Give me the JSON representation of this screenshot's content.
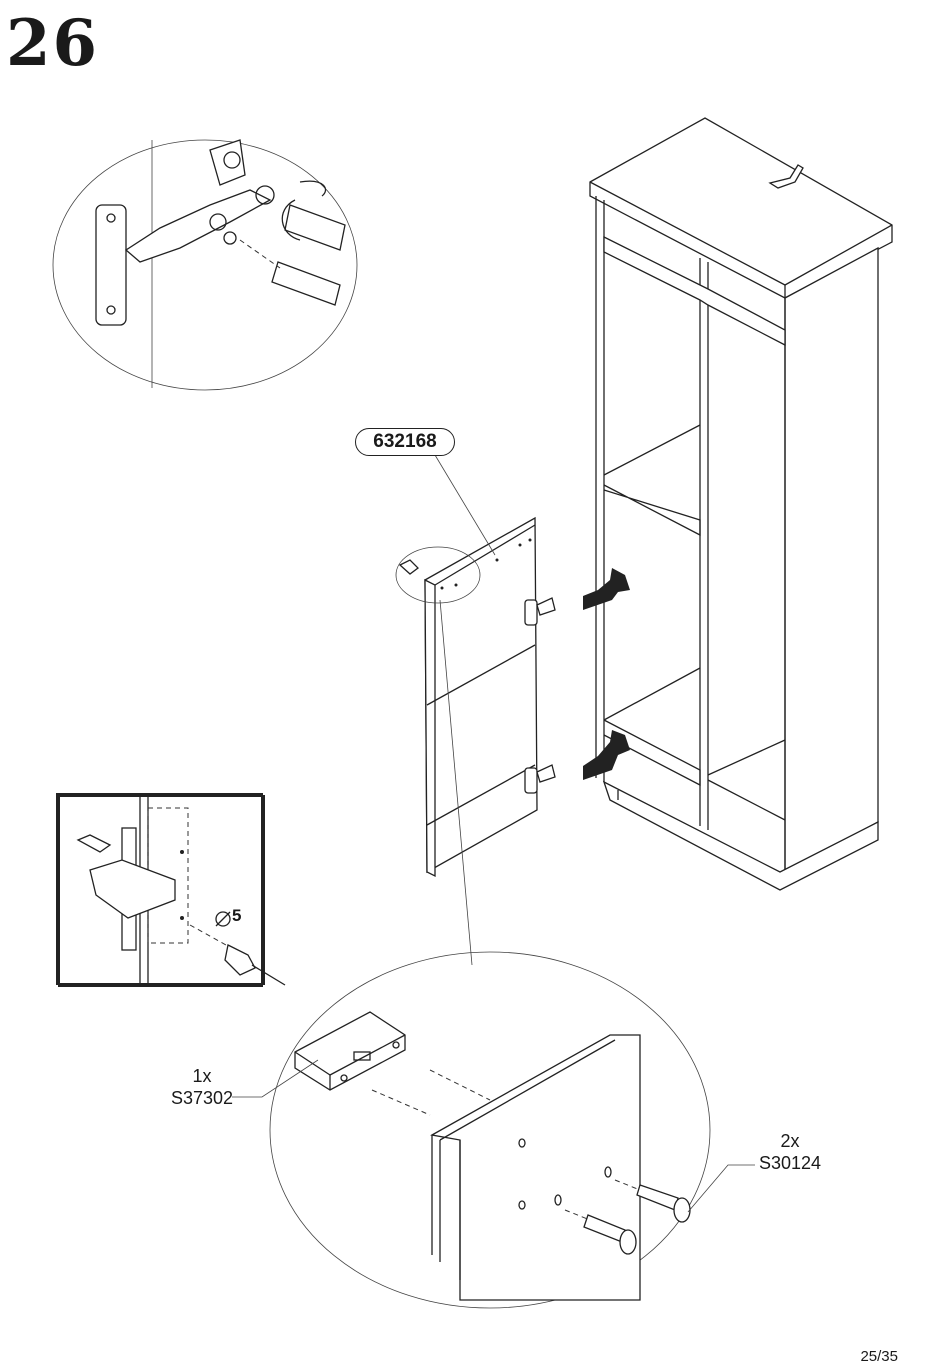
{
  "step": {
    "number": "26"
  },
  "part": {
    "code": "632168"
  },
  "hardware": [
    {
      "qty": "1x",
      "code": "S37302"
    },
    {
      "qty": "2x",
      "code": "S30124"
    }
  ],
  "drill": {
    "diameter": "5"
  },
  "page": {
    "number": "25/35"
  },
  "icons": [
    "wardrobe-carcass",
    "door-panel",
    "hinge",
    "screwdriver",
    "drill-bit",
    "handle",
    "handle-bracket",
    "screw"
  ]
}
